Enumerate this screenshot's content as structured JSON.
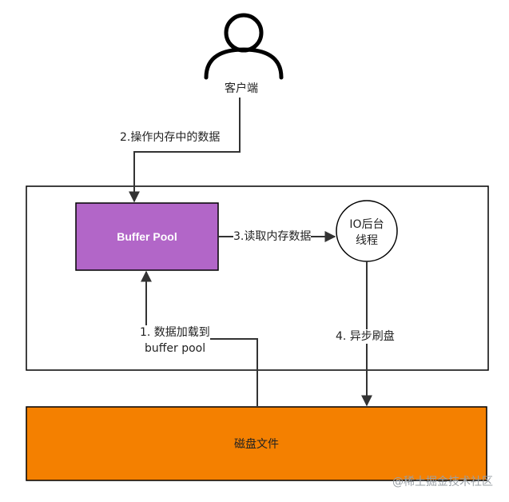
{
  "actor": {
    "label": "客户端"
  },
  "nodes": {
    "buffer_pool": {
      "label": "Buffer Pool",
      "fill": "#b266c8"
    },
    "io_thread": {
      "label_line1": "IO后台",
      "label_line2": "线程"
    },
    "disk": {
      "label": "磁盘文件",
      "fill": "#f48000"
    }
  },
  "edges": {
    "client_to_pool": {
      "label": "2.操作内存中的数据"
    },
    "pool_to_io": {
      "label": "3.读取内存数据"
    },
    "disk_to_pool": {
      "label_line1": "1. 数据加载到",
      "label_line2": "buffer pool"
    },
    "io_to_disk": {
      "label": "4. 异步刷盘"
    }
  },
  "watermark": {
    "text": "@稀土掘金技术社区"
  }
}
